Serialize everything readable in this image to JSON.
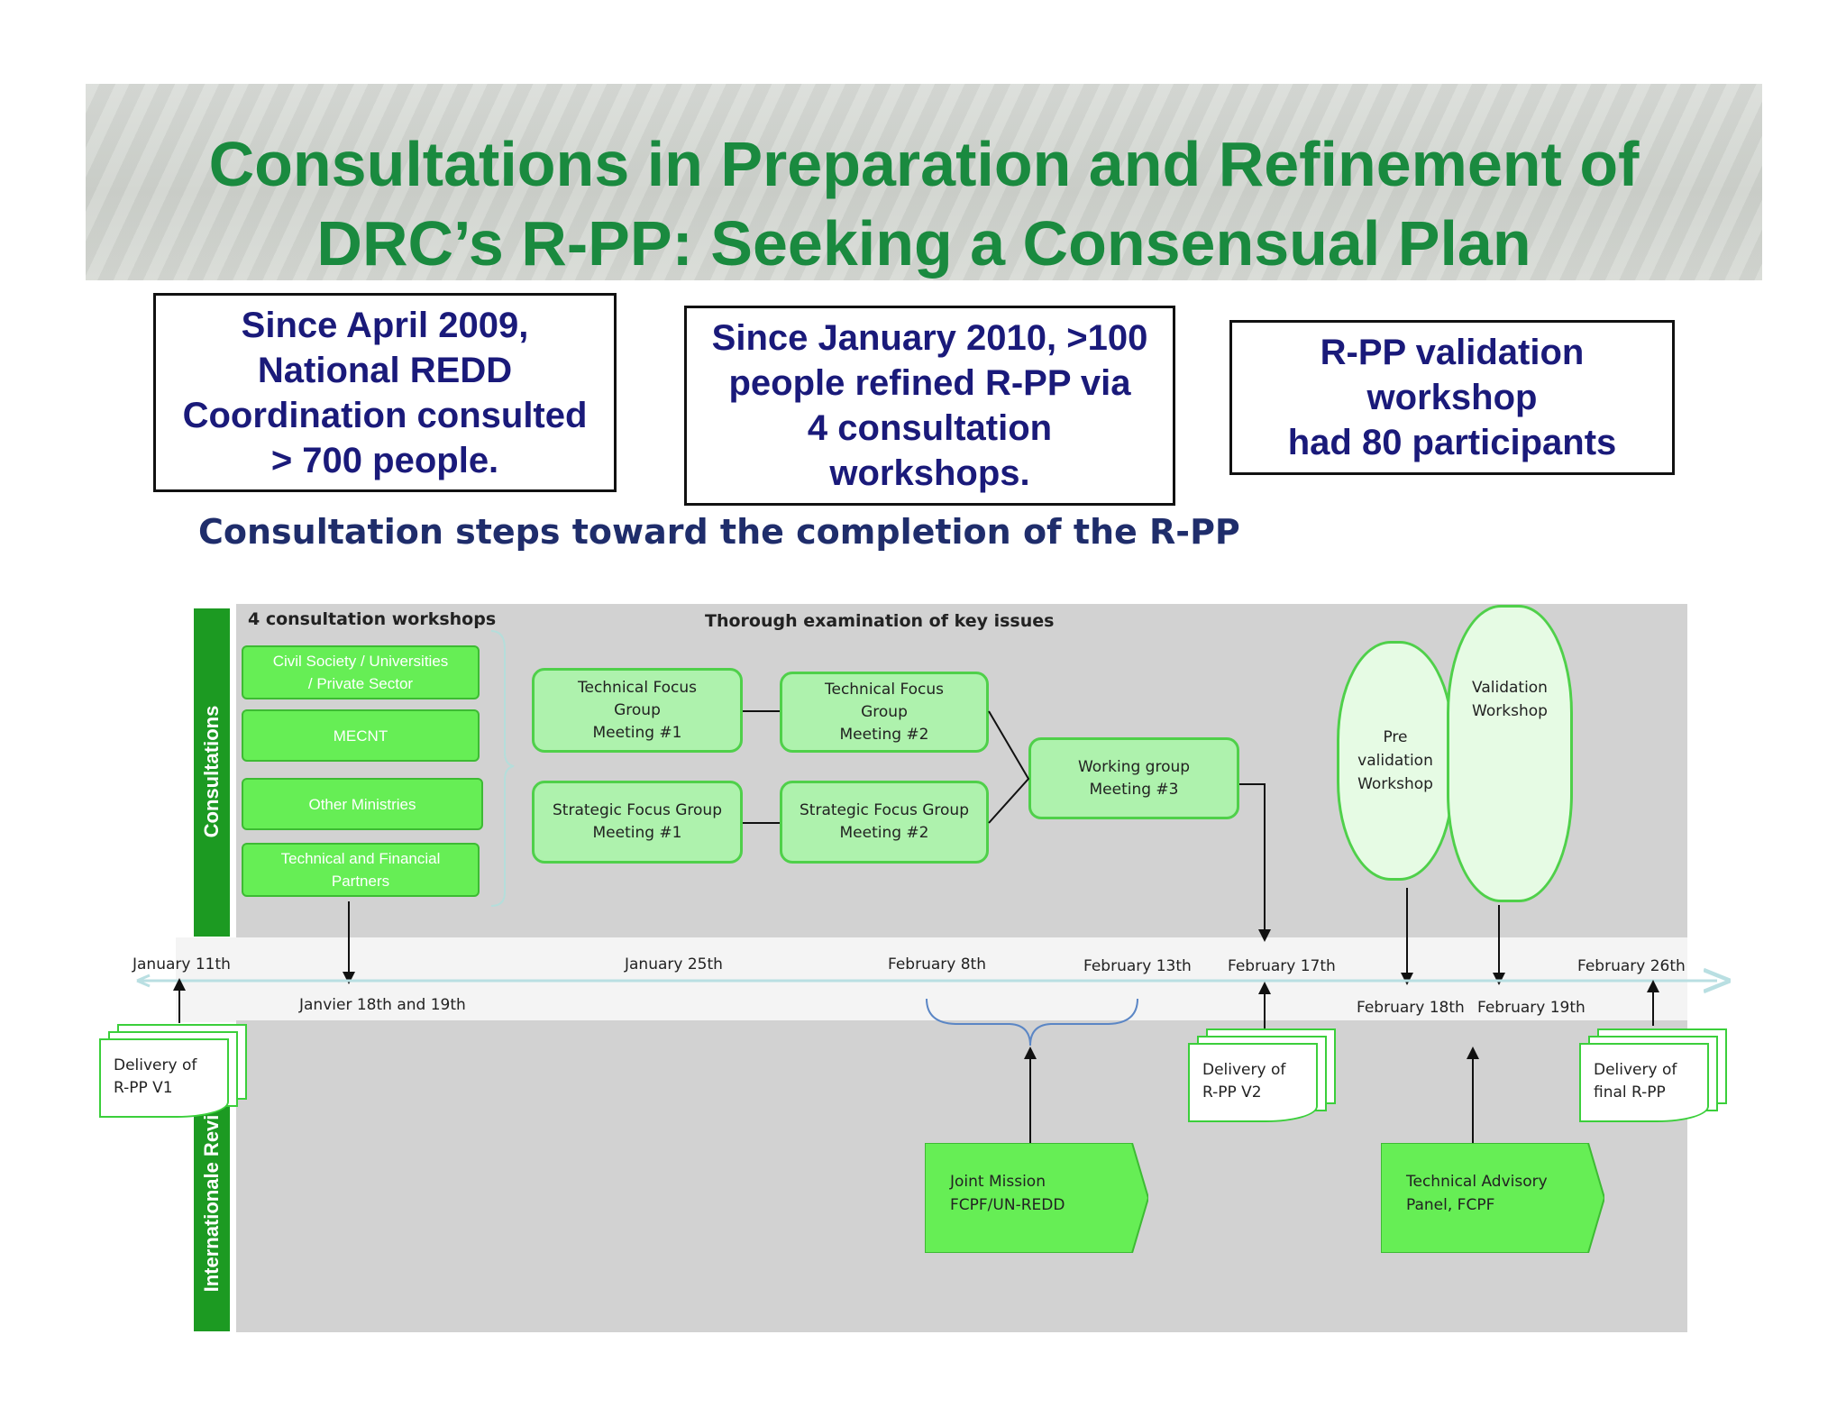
{
  "slide": {
    "title_line1": "Consultations in Preparation and Refinement of",
    "title_line2": "DRC’s R-PP:  Seeking a Consensual Plan"
  },
  "info_boxes": [
    {
      "lines": [
        "Since April 2009,",
        "National REDD",
        "Coordination consulted",
        "> 700 people."
      ]
    },
    {
      "lines": [
        "Since January 2010, >100",
        "people refined   R-PP via",
        "4 consultation",
        "workshops."
      ]
    },
    {
      "lines": [
        "R-PP validation",
        "workshop",
        "had 80 participants"
      ]
    }
  ],
  "diagram": {
    "subtitle": "Consultation steps toward the completion of the R-PP",
    "lane_consultations": "Consultations",
    "lane_international": "Internationale Revi",
    "workshops_header": "4 consultation  workshops",
    "examination_header": "Thorough examination  of key issues",
    "workshops": [
      {
        "line1": "Civil Society / Universities",
        "line2": "/ Private Sector"
      },
      {
        "line1": "MECNT",
        "line2": ""
      },
      {
        "line1": "Other Ministries",
        "line2": ""
      },
      {
        "line1": "Technical and Financial",
        "line2": "Partners"
      }
    ],
    "focus_groups": {
      "tfg1": [
        "Technical Focus",
        "Group",
        "Meeting #1"
      ],
      "tfg2": [
        "Technical Focus",
        "Group",
        "Meeting #2"
      ],
      "sfg1": [
        "Strategic Focus Group",
        "Meeting #1"
      ],
      "sfg2": [
        "Strategic Focus Group",
        "Meeting #2"
      ],
      "wg3": [
        "Working group",
        "Meeting #3"
      ]
    },
    "pre_validation": [
      "Pre",
      "validation",
      "Workshop"
    ],
    "validation": [
      "Validation",
      "Workshop"
    ],
    "timeline_top": {
      "jan11": "January 11th",
      "jan25": "January 25th",
      "feb8": "February 8th",
      "feb13": "February 13th",
      "feb17": "February 17th",
      "feb26": "February 26th"
    },
    "timeline_bottom": {
      "jan18": "Janvier 18th and 19th",
      "feb18": "February 18th",
      "feb19": "February 19th"
    },
    "deliveries": {
      "v1": [
        "Delivery of",
        "R-PP  V1"
      ],
      "v2": [
        "Delivery of",
        "R-PP  V2"
      ],
      "final": [
        "Delivery of",
        "final R-PP"
      ]
    },
    "joint_mission": [
      "Joint Mission",
      "FCPF/UN-REDD"
    ],
    "tap": [
      "Technical Advisory",
      "Panel, FCPF"
    ],
    "colors": {
      "banner_green": "#1a8a3f",
      "lane_green": "#1c9a22",
      "workshop_green": "#66ee55",
      "node_green": "#aef2ad",
      "panel_grey": "#d2d2d2",
      "subtitle_blue": "#1f2d6b"
    }
  }
}
